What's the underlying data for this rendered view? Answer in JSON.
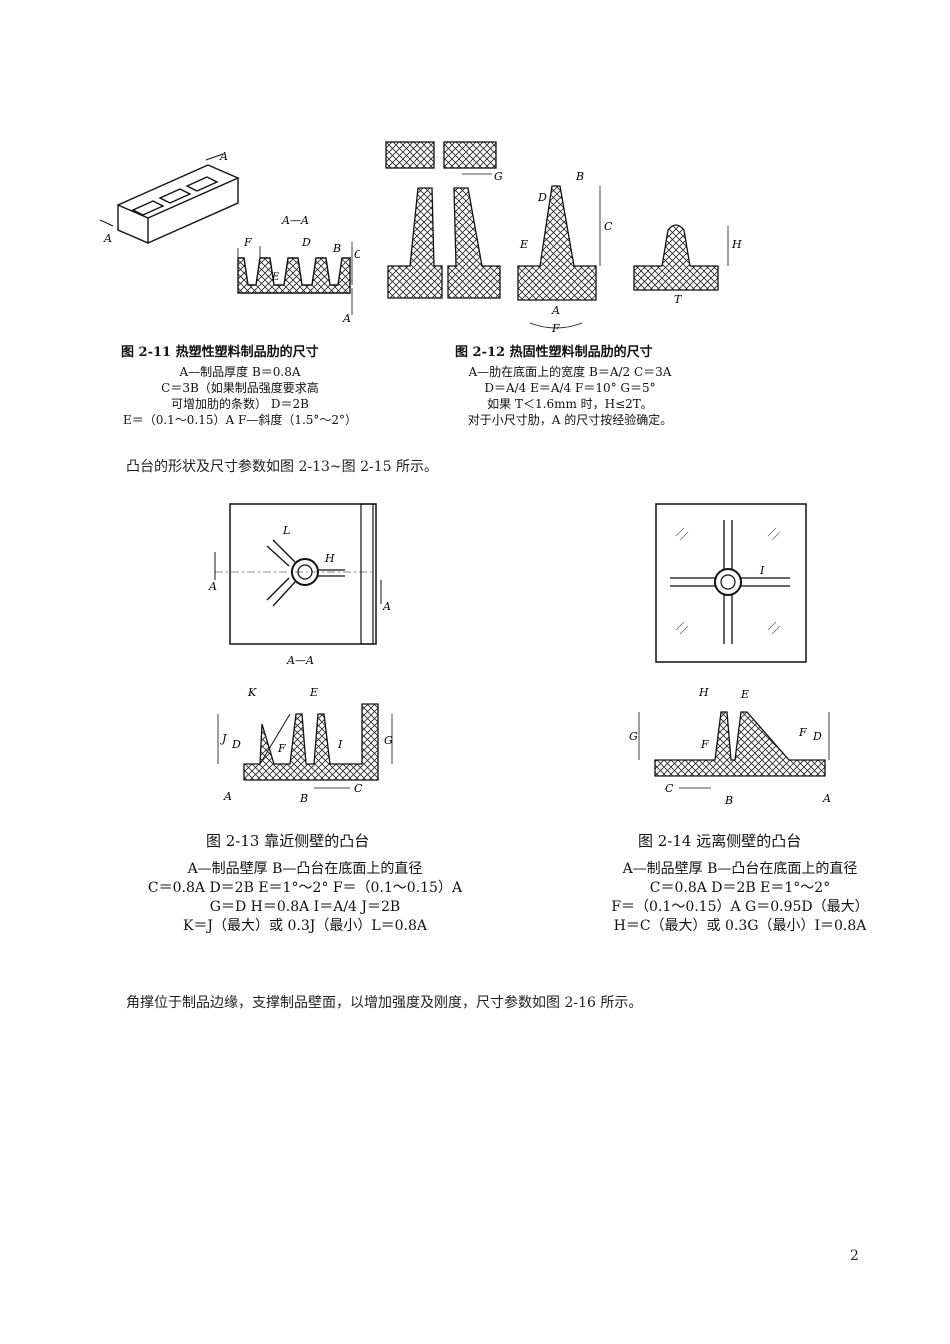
{
  "fig211": {
    "title": "图 2-11   热塑性塑料制品肋的尺寸",
    "lines": [
      "A—制品厚度   B＝0.8A",
      "C＝3B（如果制品强度要求高",
      "可增加肋的条数）   D＝2B",
      "E＝（0.1～0.15）A   F—斜度（1.5°～2°）"
    ],
    "section_label": "A—A",
    "labels": [
      "A",
      "A",
      "F",
      "D",
      "B",
      "C",
      "E",
      "A"
    ]
  },
  "fig212": {
    "title": "图 2-12   热固性塑料制品肋的尺寸",
    "lines": [
      "A—肋在底面上的宽度   B＝A/2   C＝3A",
      "D＝A/4   E＝A/4   F＝10°   G＝5°",
      "如果 T＜1.6mm 时，H≤2T。",
      "对于小尺寸肋，A 的尺寸按经验确定。"
    ],
    "labels": [
      "G",
      "B",
      "D",
      "C",
      "E",
      "A",
      "F",
      "H",
      "T"
    ]
  },
  "para1": "凸台的形状及尺寸参数如图 2-13~图 2-15 所示。",
  "fig213": {
    "title": "图 2-13    靠近侧壁的凸台",
    "section_label": "A—A",
    "lines": [
      "A—制品壁厚    B—凸台在底面上的直径",
      "C＝0.8A    D＝2B    E＝1°～2°    F＝（0.1～0.15）A",
      "G＝D    H＝0.8A    I＝A/4    J＝2B",
      "K＝J（最大）或 0.3J（最小）L＝0.8A"
    ],
    "labels": [
      "L",
      "H",
      "A",
      "A",
      "K",
      "E",
      "J",
      "D",
      "F",
      "I",
      "G",
      "A",
      "B",
      "C"
    ]
  },
  "fig214": {
    "title": "图 2-14    远离侧壁的凸台",
    "lines": [
      "A—制品壁厚    B—凸台在底面上的直径",
      "C＝0.8A    D＝2B    E＝1°～2°",
      "F＝（0.1～0.15）A    G＝0.95D（最大）",
      "H＝C（最大）或 0.3G（最小）I＝0.8A"
    ],
    "labels": [
      "I",
      "H",
      "E",
      "G",
      "F",
      "F",
      "D",
      "C",
      "B",
      "A"
    ]
  },
  "para2": "角撑位于制品边缘，支撑制品壁面，以增加强度及刚度，尺寸参数如图 2-16 所示。",
  "page_number": "2"
}
